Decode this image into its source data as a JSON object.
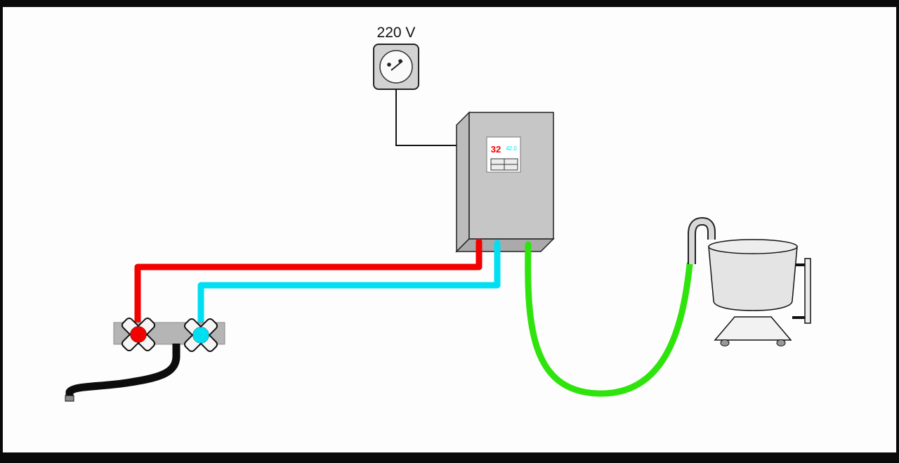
{
  "meta": {
    "title": "Water heater installation diagram"
  },
  "labels": {
    "voltage": "220 V"
  },
  "heater_display": {
    "left_value": "32",
    "right_value": "42.0"
  },
  "colors": {
    "hot": "#f30000",
    "cold": "#00dff2",
    "hose": "#2fe40c",
    "wire": "#141414",
    "frame": "#0a0a0a",
    "heater_front": "#c6c6c6",
    "heater_side": "#bcbcbc",
    "heater_bottom": "#aaaaaa",
    "outlet_body": "#d2d2d2",
    "manifold": "#b5b5b5",
    "tank_body": "#e4e4e4",
    "spout": "#0c0c0c"
  }
}
